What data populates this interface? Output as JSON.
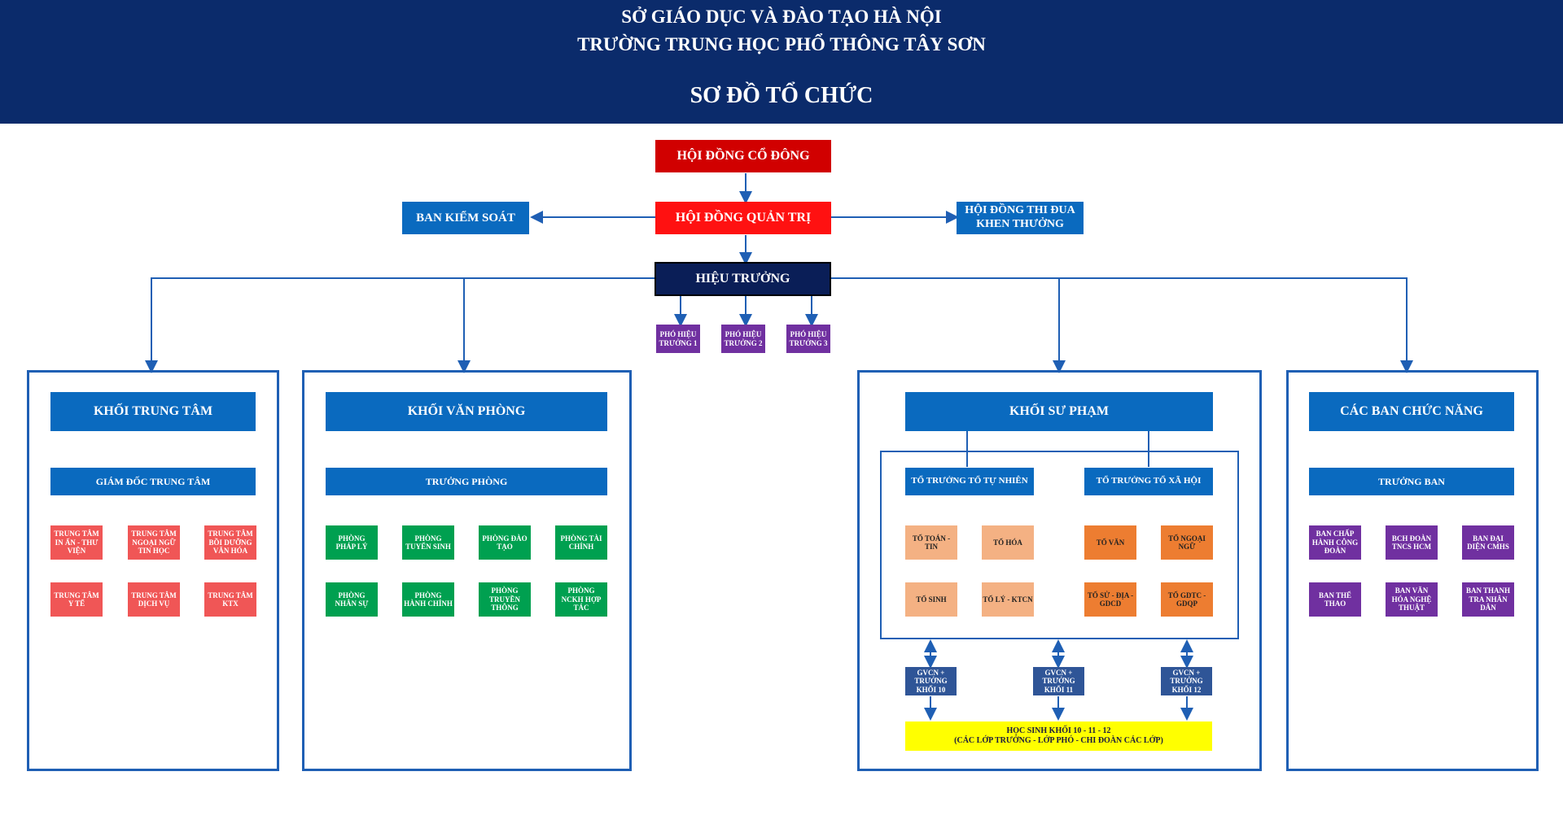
{
  "header": {
    "line1": "SỞ GIÁO DỤC VÀ ĐÀO TẠO HÀ NỘI",
    "line2": "TRƯỜNG TRUNG HỌC PHỔ THÔNG TÂY SƠN",
    "title": "SƠ ĐỒ TỔ CHỨC"
  },
  "top": {
    "shareholders": "HỘI ĐỒNG CỔ ĐÔNG",
    "board": "HỘI ĐỒNG QUẢN TRỊ",
    "supervisory": "BAN KIỂM SOÁT",
    "emulation": "HỘI ĐỒNG THI ĐUA\nKHEN THƯỞNG",
    "principal": "HIỆU TRƯỞNG",
    "vice": [
      "PHÓ HIỆU\nTRƯỞNG 1",
      "PHÓ HIỆU\nTRƯỞNG 2",
      "PHÓ HIỆU\nTRƯỞNG 3"
    ]
  },
  "center": {
    "title": "KHỐI TRUNG TÂM",
    "head": "GIÁM ĐỐC TRUNG TÂM",
    "units": [
      "TRUNG TÂM\nIN ẤN - THƯ\nVIỆN",
      "TRUNG TÂM\nNGOẠI NGỮ\nTIN HỌC",
      "TRUNG TÂM\nBỒI DƯỠNG\nVĂN HÓA",
      "TRUNG TÂM\nY TẾ",
      "TRUNG TÂM\nDỊCH VỤ",
      "TRUNG TÂM\nKTX"
    ]
  },
  "office": {
    "title": "KHỐI VĂN PHÒNG",
    "head": "TRƯỞNG PHÒNG",
    "units": [
      "PHÒNG\nPHÁP LÝ",
      "PHÒNG\nTUYỂN SINH",
      "PHÒNG ĐÀO\nTẠO",
      "PHÒNG TÀI\nCHÍNH",
      "PHÒNG\nNHÂN SỰ",
      "PHÒNG\nHÀNH CHÍNH",
      "PHÒNG\nTRUYỀN\nTHÔNG",
      "PHÒNG\nNCKH HỢP\nTÁC"
    ]
  },
  "pedagogy": {
    "title": "KHỐI SƯ PHẠM",
    "natural_head": "TỔ TRƯỞNG TỔ TỰ NHIÊN",
    "social_head": "TỔ TRƯỞNG TỔ XÃ HỘI",
    "natural": [
      "TỔ TOÁN -\nTIN",
      "TỔ HÓA",
      "TỔ SINH",
      "TỔ LÝ - KTCN"
    ],
    "social": [
      "TỔ VĂN",
      "TỔ NGOẠI\nNGỮ",
      "TỔ SỬ - ĐỊA -\nGDCD",
      "TỔ GDTC -\nGDQP"
    ],
    "gvcn": [
      "GVCN +\nTRƯỞNG\nKHỐI 10",
      "GVCN +\nTRƯỞNG\nKHỐI 11",
      "GVCN +\nTRƯỞNG\nKHỐI 12"
    ],
    "students": "HỌC SINH KHỐI 10 - 11 - 12\n(CÁC LỚP TRƯỞNG - LỚP PHÓ - CHI ĐOÀN CÁC LỚP)"
  },
  "functional": {
    "title": "CÁC BAN CHỨC NĂNG",
    "head": "TRƯỞNG BAN",
    "units": [
      "BAN CHẤP\nHÀNH CÔNG\nĐOÀN",
      "BCH ĐOÀN\nTNCS HCM",
      "BAN ĐẠI\nDIỆN CMHS",
      "BAN THỂ\nTHAO",
      "BAN VĂN\nHÓA NGHỆ\nTHUẬT",
      "BAN THANH\nTRA NHÂN\nDÂN"
    ]
  },
  "colors": {
    "header_bg": "#0b2b6b",
    "section_blue": "#0a6abf",
    "connector": "#1f5fb4"
  }
}
